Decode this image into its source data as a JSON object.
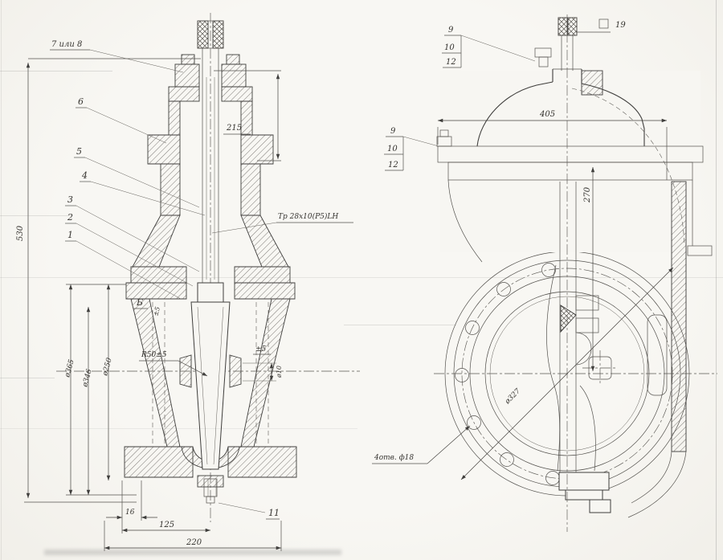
{
  "page": {
    "paper_color": "#f7f6f2",
    "ink_color": "#3f3e3c"
  },
  "left_view": {
    "callout_7or8": "7 или 8",
    "callout_6": "6",
    "callout_5": "5",
    "callout_4": "4",
    "callout_3": "3",
    "callout_2": "2",
    "callout_1": "1",
    "callout_11": "11",
    "section_label": "Б",
    "dim_530": "530",
    "dim_215": "215",
    "thread_note": "Тр 28х10(Р5)LH",
    "dim_d365": "ø365",
    "dim_d346": "ø346",
    "dim_d250": "ø250",
    "dim_r50": "R50±5",
    "dim_pm5_small": "±5",
    "dim_pm5": "±5",
    "dim_d10": "ø10",
    "dim_16": "16",
    "dim_125": "125",
    "dim_220": "220"
  },
  "right_view": {
    "callout_9": "9",
    "callout_10": "10",
    "callout_12": "12",
    "callout_9b": "9",
    "callout_10b": "10",
    "callout_12b": "12",
    "square_mark_value": "19",
    "dim_405": "405",
    "dim_270": "270",
    "dim_d327": "ø327",
    "holes_note": "4отв. ф18"
  }
}
